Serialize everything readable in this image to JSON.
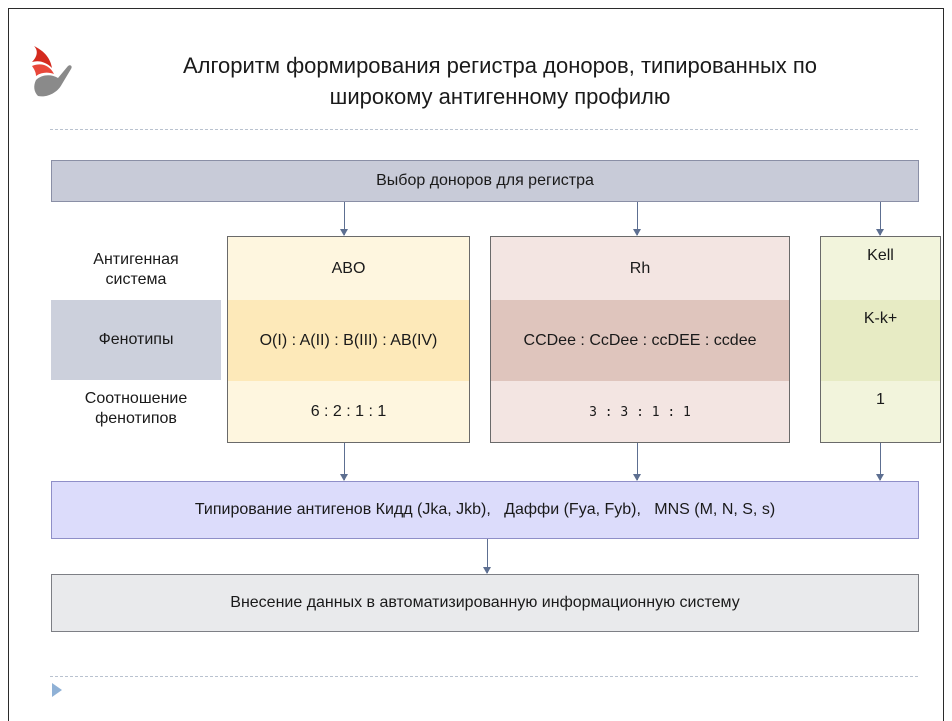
{
  "title": {
    "line1": "Алгоритм формирования регистра доноров, типированных по",
    "line2": "широкому антигенному профилю"
  },
  "logo_icon": "hand-flame-logo-icon",
  "selection_box": "Выбор доноров для регистра",
  "row_labels": [
    "Антигенная\nсистема",
    "Фенотипы",
    "Соотношение\nфенотипов"
  ],
  "columns": [
    {
      "system": "ABO",
      "phenotypes": "O(I) : A(II) : B(III) : AB(IV)",
      "ratio": "6 : 2 : 1 : 1"
    },
    {
      "system": "Rh",
      "phenotypes": "CCDee : CcDee : ccDEE : ccdee",
      "ratio": "3 : 3 : 1 : 1"
    },
    {
      "system": "Kell",
      "phenotypes": "K-k+",
      "ratio": "1"
    }
  ],
  "typing_box": "Типирование антигенов Кидд (Jka, Jkb),   Даффи (Fya, Fyb),   MNS (M, N, S, s)",
  "entry_box": "Внесение данных в автоматизированную информационную систему",
  "colors": {
    "selection_fill": "#c8cbd8",
    "typing_fill": "#dcdcfb",
    "entry_fill": "#e9eaec",
    "abo_fill": "#fef6df",
    "rh_fill": "#f3e5e2",
    "kell_fill": "#f2f4dc",
    "arrow": "#5d6f91",
    "logo_red": "#d42a1e",
    "logo_gray": "#8a8a8a"
  }
}
